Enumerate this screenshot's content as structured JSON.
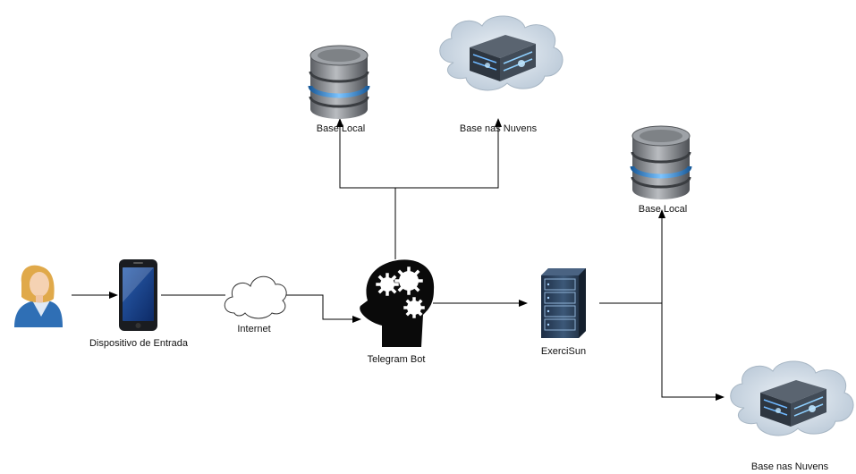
{
  "diagram": {
    "nodes": {
      "user": {
        "icon": "user-avatar-icon"
      },
      "device": {
        "label": "Dispositivo de Entrada",
        "icon": "smartphone-icon"
      },
      "internet": {
        "label": "Internet",
        "icon": "cloud-icon"
      },
      "bot": {
        "label": "Telegram Bot",
        "icon": "brain-gears-icon"
      },
      "local_db_1": {
        "label": "Base Local",
        "icon": "database-icon"
      },
      "cloud_db_1": {
        "label": "Base nas Nuvens",
        "icon": "cloud-server-icon"
      },
      "server": {
        "label": "ExerciSun",
        "icon": "server-rack-icon"
      },
      "local_db_2": {
        "label": "Base Local",
        "icon": "database-icon"
      },
      "cloud_db_2": {
        "label": "Base nas Nuvens",
        "icon": "cloud-server-icon"
      }
    },
    "edges": [
      {
        "from": "user",
        "to": "device"
      },
      {
        "from": "device",
        "to": "internet"
      },
      {
        "from": "internet",
        "to": "bot"
      },
      {
        "from": "bot",
        "to": "local_db_1"
      },
      {
        "from": "bot",
        "to": "cloud_db_1"
      },
      {
        "from": "bot",
        "to": "server"
      },
      {
        "from": "server",
        "to": "local_db_2"
      },
      {
        "from": "server",
        "to": "cloud_db_2"
      }
    ],
    "colors": {
      "line": "#000000",
      "db_body": "#8a8d91",
      "db_band": "#4aa3e8",
      "cloud_server": "#c9d6e2",
      "person_shirt": "#2f6fb5",
      "person_hair": "#e0a94a"
    }
  }
}
